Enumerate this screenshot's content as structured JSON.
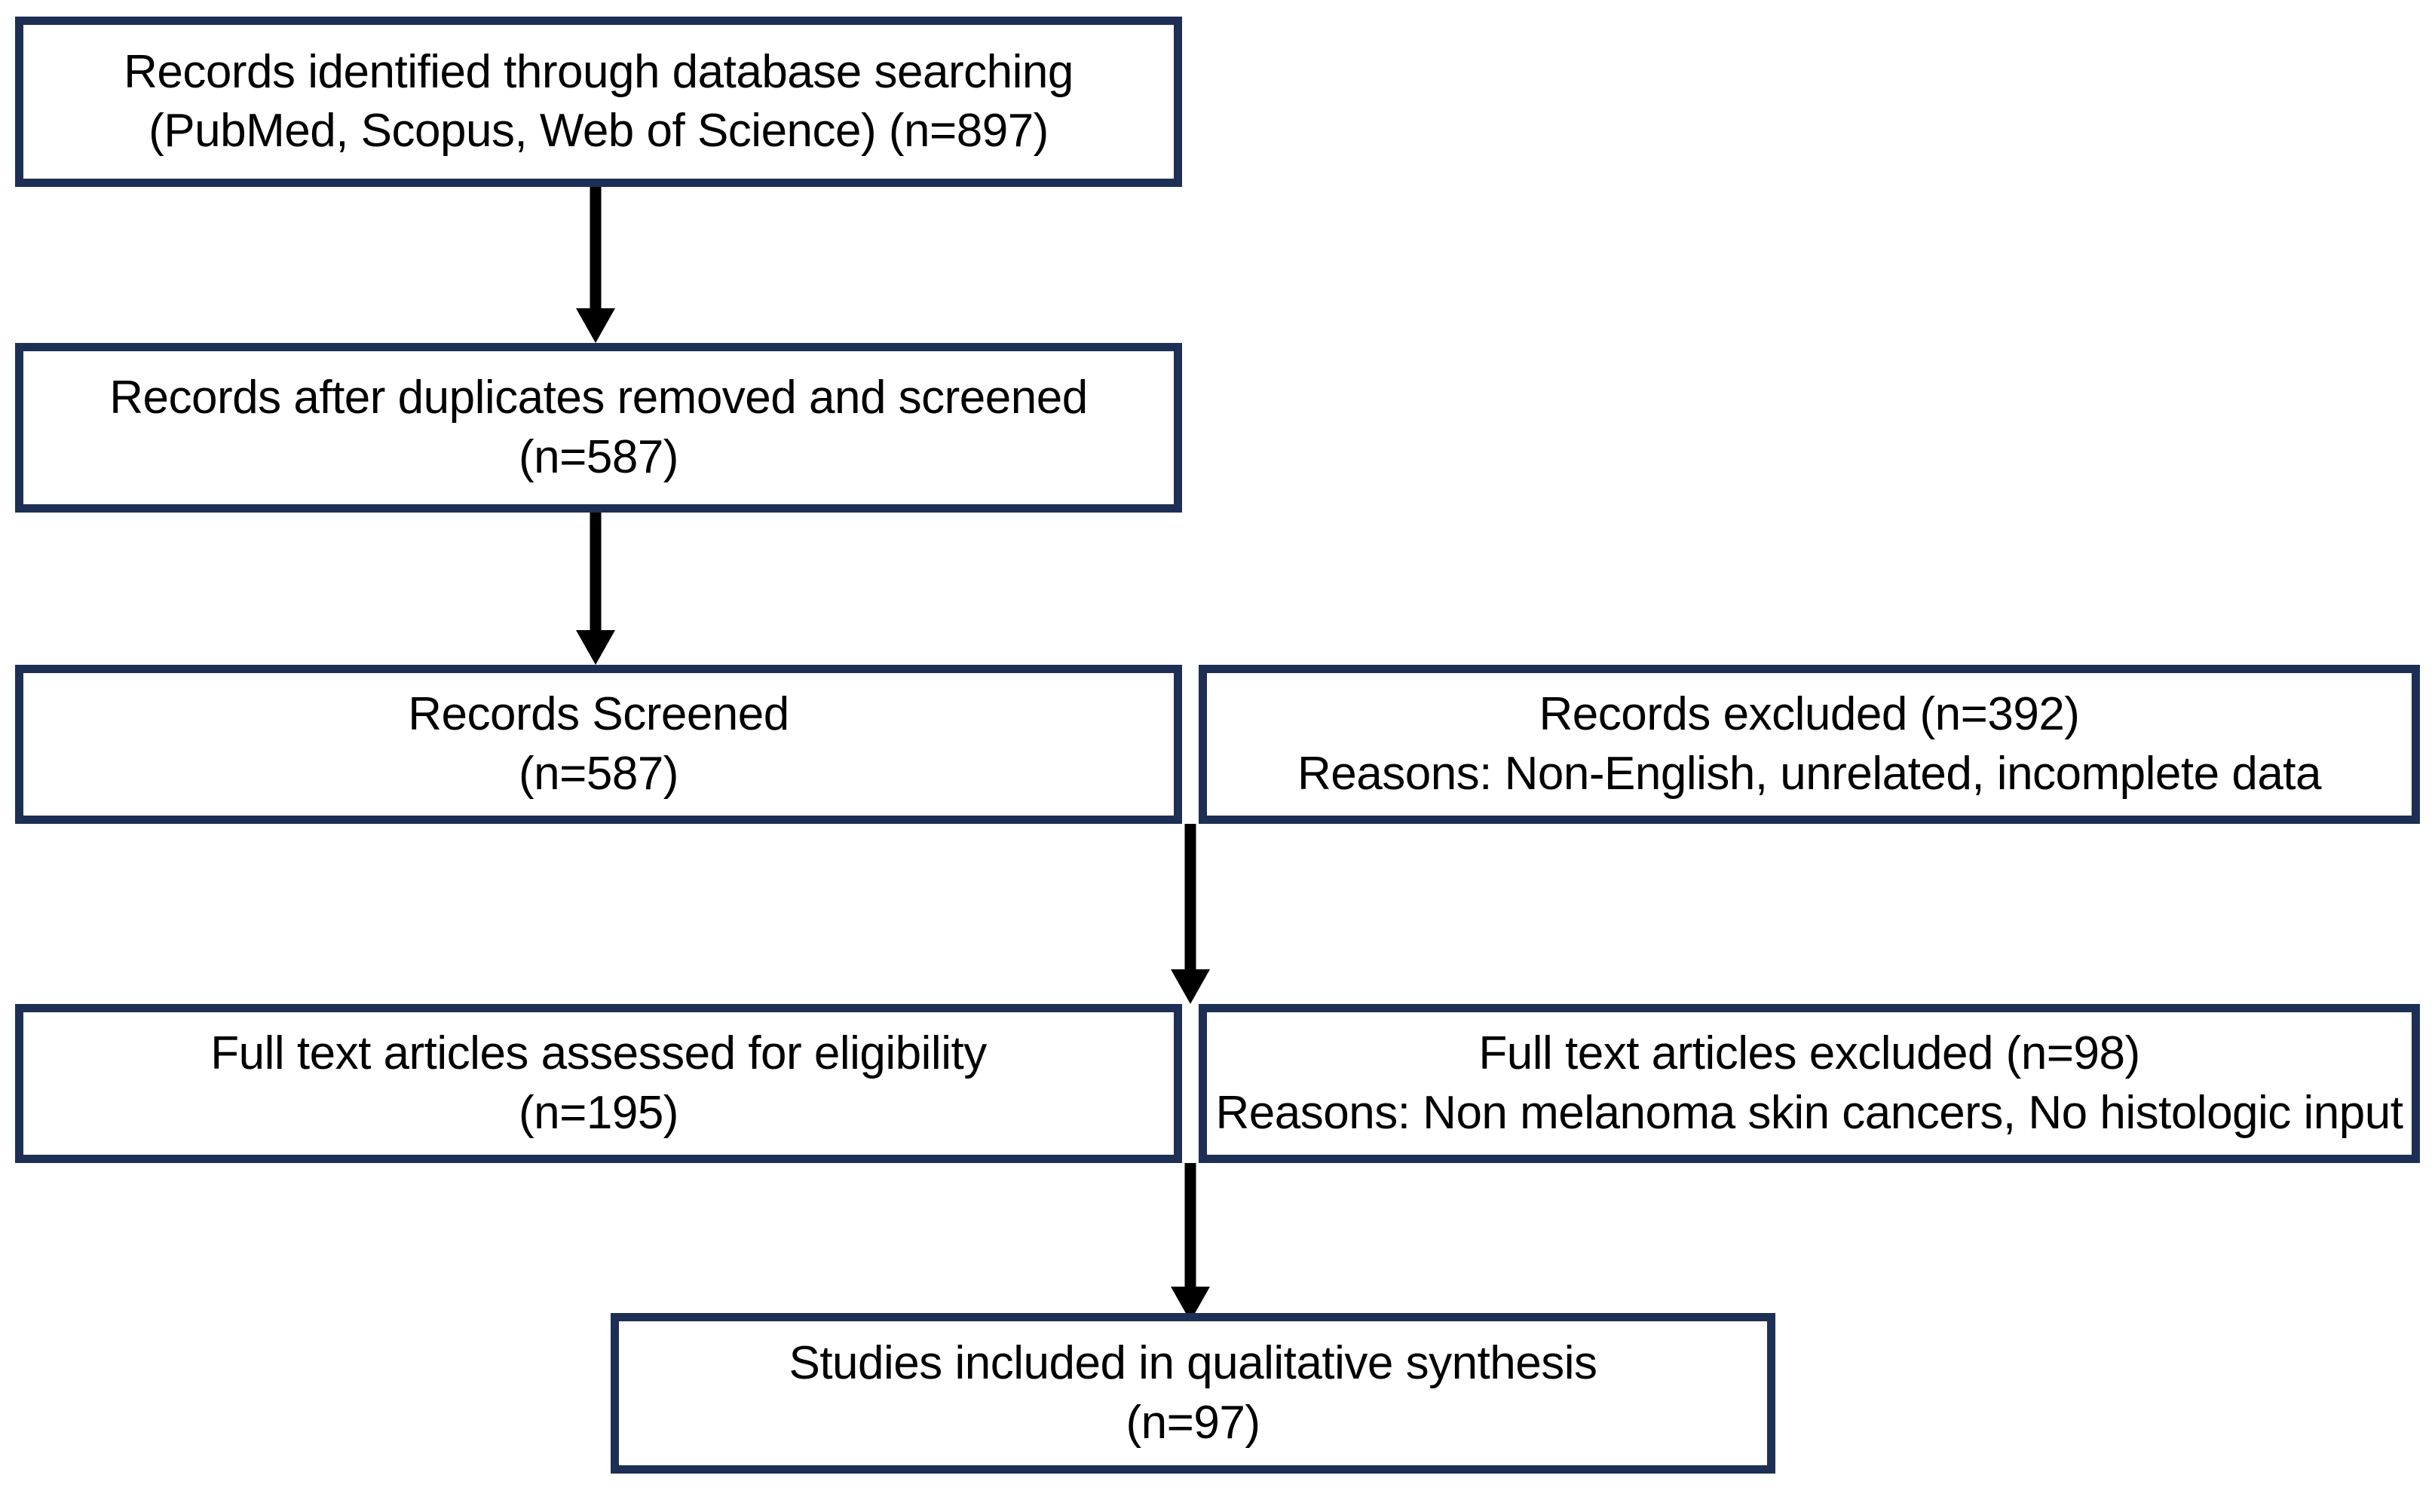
{
  "diagram": {
    "type": "prisma-flow-diagram",
    "title": "PRISMA study selection flow diagram",
    "colors": {
      "box_border": "#1d2f55",
      "box_fill": "#ffffff",
      "text": "#000000",
      "arrow": "#000000",
      "background": "#ffffff"
    },
    "nodes": [
      {
        "id": "identification",
        "lines": [
          "Records identified through database searching",
          "(PubMed, Scopus, Web of Science) (n=897)"
        ],
        "count": 897
      },
      {
        "id": "duplicates-removed",
        "lines": [
          "Records after duplicates removed and screened",
          "(n=587)"
        ],
        "count": 587
      },
      {
        "id": "records-screened",
        "lines": [
          "Records Screened",
          "(n=587)"
        ],
        "count": 587
      },
      {
        "id": "records-excluded",
        "lines": [
          "Records excluded (n=392)",
          "Reasons: Non-English, unrelated, incomplete data"
        ],
        "count": 392
      },
      {
        "id": "fulltext-assessed",
        "lines": [
          "Full text articles assessed for eligibility",
          "(n=195)"
        ],
        "count": 195
      },
      {
        "id": "fulltext-excluded",
        "lines": [
          "Full text articles excluded (n=98)",
          "Reasons: Non melanoma skin cancers, No histologic input"
        ],
        "count": 98
      },
      {
        "id": "included",
        "lines": [
          "Studies included in qualitative synthesis",
          "(n=97)"
        ],
        "count": 97
      }
    ],
    "edges": [
      {
        "id": "edge-identification-to-duplicates",
        "from": "identification",
        "to": "duplicates-removed",
        "direction": "down"
      },
      {
        "id": "edge-duplicates-to-screened",
        "from": "duplicates-removed",
        "to": "records-screened",
        "direction": "down"
      },
      {
        "id": "edge-screened-to-fulltext",
        "from": "records-screened",
        "to": "fulltext-assessed",
        "direction": "down"
      },
      {
        "id": "edge-fulltext-to-included",
        "from": "fulltext-assessed",
        "to": "included",
        "direction": "down"
      }
    ]
  }
}
